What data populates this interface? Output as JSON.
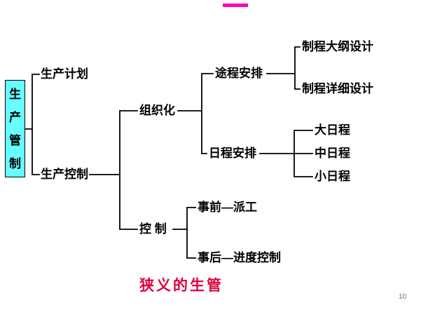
{
  "page": {
    "number": "10",
    "marker_color": "#ff00b4",
    "background_color": "#ffffff"
  },
  "diagram": {
    "root": {
      "label": "生产管制",
      "chars": [
        "生",
        "产",
        "管",
        "制"
      ],
      "bg_color": "#66ffff"
    },
    "nodes": {
      "production_plan": "生产计划",
      "production_control": "生产控制",
      "organization": "组织化",
      "control": "控 制",
      "routing": "途程安排",
      "scheduling": "日程安排",
      "process_outline_design": "制程大纲设计",
      "process_detail_design": "制程详细设计",
      "major_schedule": "大日程",
      "medium_schedule": "中日程",
      "minor_schedule": "小日程",
      "before_dispatch": "事前—派工",
      "after_progress_control": "事后—进度控制"
    },
    "caption": {
      "label": "狭义的生管",
      "color": "#e0003c"
    }
  }
}
